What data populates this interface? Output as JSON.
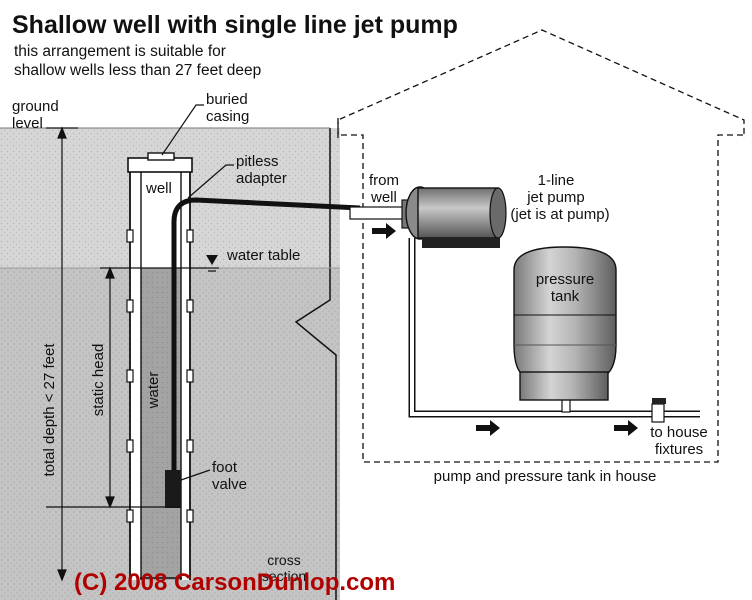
{
  "title": "Shallow well with single line jet pump",
  "subtitle": [
    "this arrangement is suitable for",
    "shallow wells less than 27 feet deep"
  ],
  "labels": {
    "ground_level": [
      "ground",
      "level"
    ],
    "buried_casing": [
      "buried",
      "casing"
    ],
    "pitless_adapter": [
      "pitless",
      "adapter"
    ],
    "well": "well",
    "water_table": "water table",
    "from_well": [
      "from",
      "well"
    ],
    "jet_pump": [
      "1-line",
      "jet pump",
      "(jet is at pump)"
    ],
    "pressure_tank": [
      "pressure",
      "tank"
    ],
    "total_depth": "total depth < 27 feet",
    "static_head": "static head",
    "water": "water",
    "foot_valve": [
      "foot",
      "valve"
    ],
    "to_house_fixtures": [
      "to house",
      "fixtures"
    ],
    "pump_and_tank_caption": "pump and pressure tank in house",
    "cross_section": [
      "cross",
      "section"
    ]
  },
  "copyright": "(C) 2008 CarsonDunlop.com",
  "colors": {
    "soil": "#dcdcdc",
    "soil_lower": "#c9c9c9",
    "water_in_well": "#a8a8a8",
    "outline": "#111111",
    "copyright": "#b00000"
  }
}
